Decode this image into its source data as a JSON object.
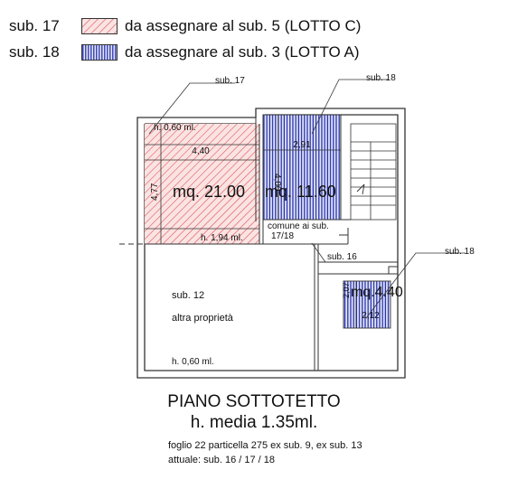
{
  "legend": [
    {
      "sub": "sub. 17",
      "text": "da assegnare al sub. 5 (LOTTO C)",
      "pattern": "red-hatch",
      "color": "#d94b4b"
    },
    {
      "sub": "sub. 18",
      "text": "da assegnare al sub. 3 (LOTTO A)",
      "pattern": "blue-vertical",
      "color": "#2430a8"
    }
  ],
  "plan": {
    "callouts": {
      "sub17": "sub. 17",
      "sub18_top": "sub. 18",
      "sub18_right": "sub. 18",
      "sub16": "sub. 16"
    },
    "red_room": {
      "height_top": "h. 0,60 ml.",
      "width": "4,40",
      "depth": "4,77",
      "area": "mq. 21.00",
      "height_bottom": "h. 1,94 ml."
    },
    "blue_room": {
      "width": "2,91",
      "depth": "4,00",
      "area": "mq. 11.60"
    },
    "small_blue": {
      "area": "mq.4.40",
      "depth": "2,07",
      "width": "2,12"
    },
    "comune": {
      "line1": "comune ai sub.",
      "line2": "17/18"
    },
    "sub12": {
      "label": "sub. 12",
      "note": "altra proprietà",
      "height": "h. 0,60 ml."
    }
  },
  "title": {
    "line1": "PIANO SOTTOTETTO",
    "line2": "h. media 1.35ml."
  },
  "footer": {
    "line1": "foglio 22 particella 275 ex sub. 9, ex sub. 13",
    "line2": "attuale: sub. 16 / 17 / 18"
  },
  "colors": {
    "red_hatch": "#d94b4b",
    "blue_fill": "#2430a8",
    "walls": "#333333"
  }
}
